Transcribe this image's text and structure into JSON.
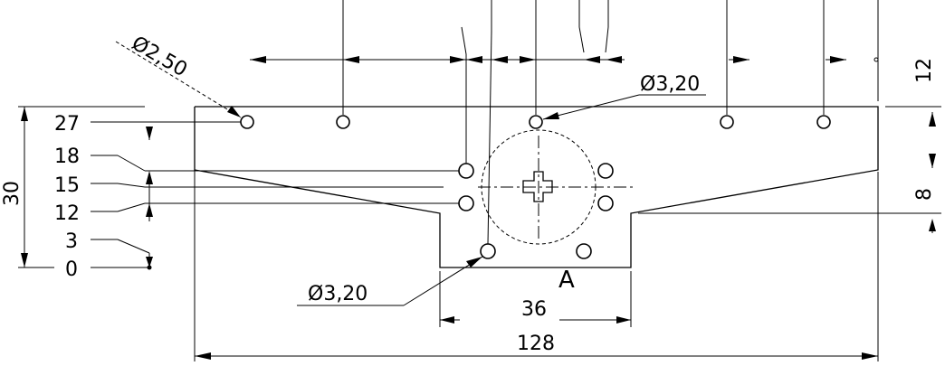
{
  "drawing": {
    "diameter_top_left": "Ø2,50",
    "diameter_top_right": "Ø3,20",
    "diameter_bottom": "Ø3,20",
    "label_12": "12",
    "label_8": "8",
    "label_30": "30",
    "label_36": "36",
    "label_128": "128",
    "section_label": "A",
    "ordinates": [
      "27",
      "18",
      "15",
      "12",
      "3",
      "0"
    ]
  }
}
